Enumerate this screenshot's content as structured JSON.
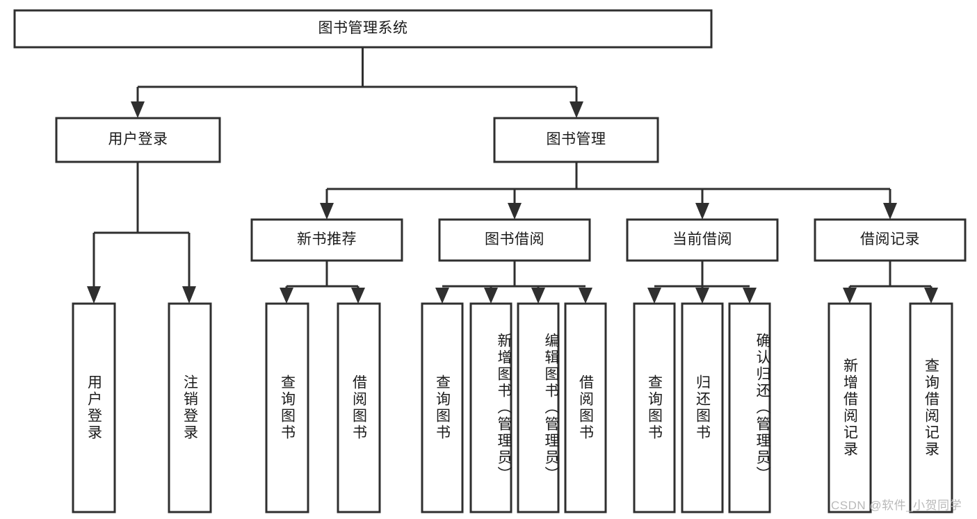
{
  "diagram": {
    "type": "tree",
    "title": "图书管理系统",
    "orientation": "top-down",
    "levels": 4,
    "root": {
      "id": "root",
      "label": "图书管理系统",
      "level": 0
    },
    "level2": [
      {
        "id": "user-login",
        "label": "用户登录",
        "level": 1
      },
      {
        "id": "book-management",
        "label": "图书管理",
        "level": 1
      }
    ],
    "level3": [
      {
        "id": "new-book-recommend",
        "label": "新书推荐",
        "level": 2,
        "parent": "book-management"
      },
      {
        "id": "book-borrow",
        "label": "图书借阅",
        "level": 2,
        "parent": "book-management"
      },
      {
        "id": "current-borrow",
        "label": "当前借阅",
        "level": 2,
        "parent": "book-management"
      },
      {
        "id": "borrow-record",
        "label": "借阅记录",
        "level": 2,
        "parent": "book-management"
      }
    ],
    "leaves": [
      {
        "id": "leaf-user-login",
        "label": "用户登录",
        "parent": "user-login"
      },
      {
        "id": "leaf-logout-login",
        "label": "注销登录",
        "parent": "user-login"
      },
      {
        "id": "leaf-query-book-1",
        "label": "查询图书",
        "parent": "new-book-recommend"
      },
      {
        "id": "leaf-borrow-book-1",
        "label": "借阅图书",
        "parent": "new-book-recommend"
      },
      {
        "id": "leaf-query-book-2",
        "label": "查询图书",
        "parent": "book-borrow"
      },
      {
        "id": "leaf-add-book",
        "label": "新增图书（管理员）",
        "parent": "book-borrow"
      },
      {
        "id": "leaf-edit-book",
        "label": "编辑图书（管理员）",
        "parent": "book-borrow"
      },
      {
        "id": "leaf-borrow-book-2",
        "label": "借阅图书",
        "parent": "book-borrow"
      },
      {
        "id": "leaf-query-book-3",
        "label": "查询图书",
        "parent": "current-borrow"
      },
      {
        "id": "leaf-return-book",
        "label": "归还图书",
        "parent": "current-borrow"
      },
      {
        "id": "leaf-confirm-return",
        "label": "确认归还（管理员）",
        "parent": "current-borrow"
      },
      {
        "id": "leaf-add-record",
        "label": "新增借阅记录",
        "parent": "borrow-record"
      },
      {
        "id": "leaf-query-record",
        "label": "查询借阅记录",
        "parent": "borrow-record"
      }
    ],
    "colors": {
      "stroke": "#2f2f2f",
      "fill": "#ffffff",
      "text": "#1a1a1a",
      "watermark": "#b9b9b9",
      "background": "#ffffff"
    }
  },
  "watermark": {
    "text": "CSDN @软件_小贺同学"
  }
}
